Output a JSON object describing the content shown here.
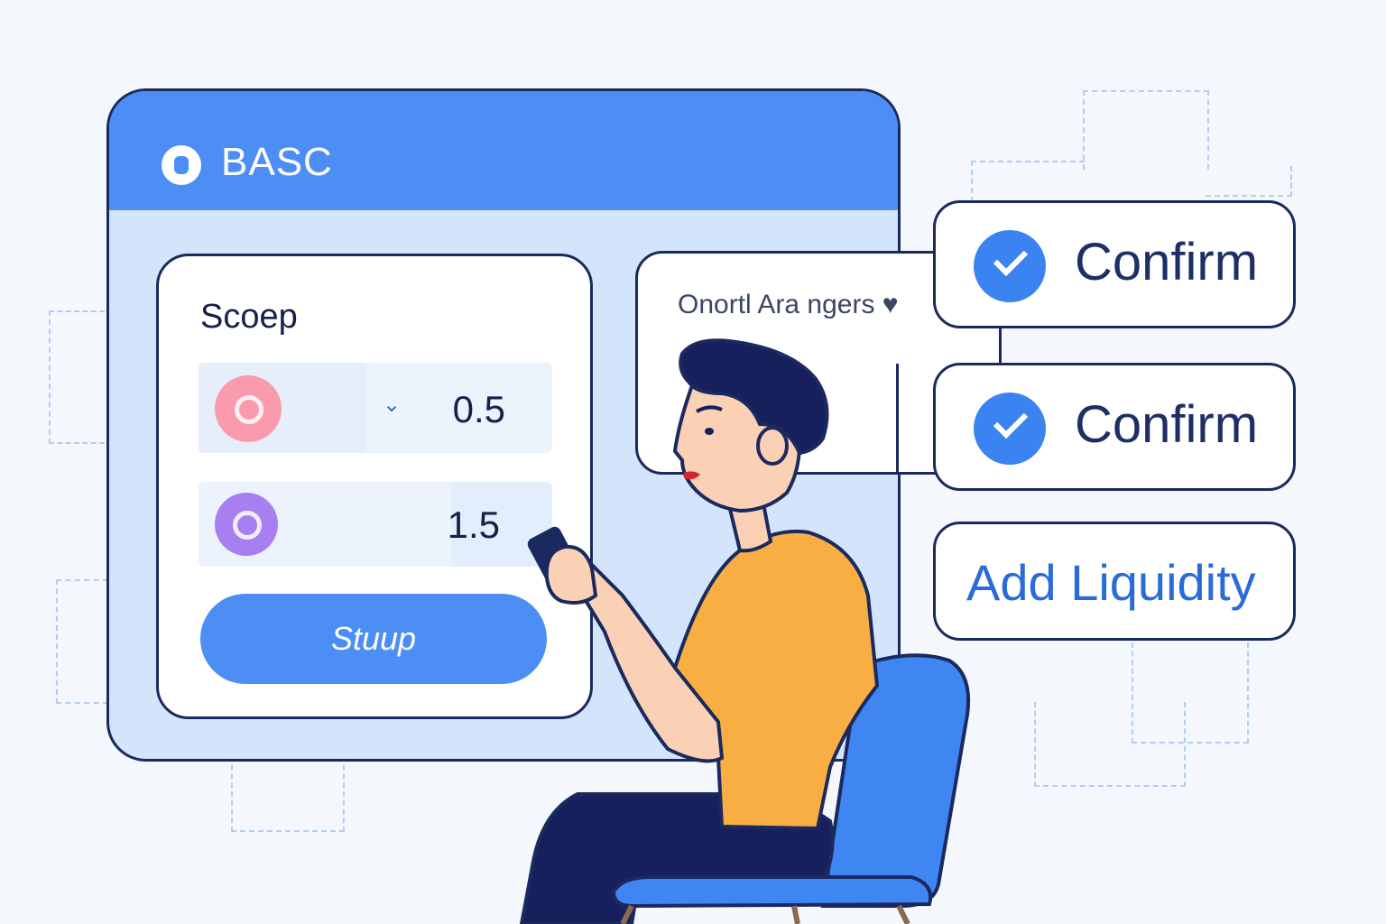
{
  "window": {
    "title": "BASC",
    "logo_icon": "app-logo-icon"
  },
  "swap_card": {
    "title": "Scoep",
    "from_row": {
      "token_icon": "token-pink-icon",
      "dropdown_icon": "chevron-down-icon",
      "amount": "0.5"
    },
    "to_row": {
      "token_icon": "token-purple-icon",
      "amount": "1.5"
    },
    "swap_button_label": "Stuup"
  },
  "approval_panel": {
    "label": "Onortl Ara ngers ♥"
  },
  "actions": [
    {
      "label": "Confirm",
      "icon": "check-circle-icon"
    },
    {
      "label": "Confirm",
      "icon": "check-circle-icon"
    },
    {
      "label": "Add Liquidity"
    }
  ],
  "colors": {
    "accent": "#4d8ef5",
    "window_bg": "#d4e4fb",
    "outline": "#1a2a5e",
    "shirt": "#f9ae43",
    "chair": "#3f86f2",
    "pants": "#17205c"
  }
}
